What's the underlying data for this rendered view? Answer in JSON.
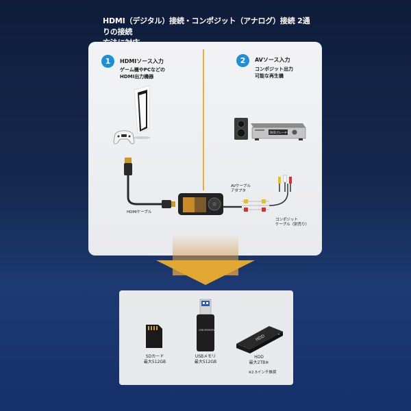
{
  "headline": {
    "line1": "HDMI（デジタル）接続・コンポジット（アナログ）接続 2通りの接続",
    "line2": "方法に対応"
  },
  "sources": [
    {
      "number": "1",
      "title": "HDMIソース入力",
      "desc_line1": "ゲーム機やPCなどの",
      "desc_line2": "HDMI出力機器"
    },
    {
      "number": "2",
      "title": "AVソース入力",
      "desc_line1": "コンポジット出力",
      "desc_line2": "可能な再生機"
    }
  ],
  "player_label": "DVDプレーヤー",
  "cable_labels": {
    "hdmi": "HDMIケーブル",
    "av_adapter_line1": "AVケーブル",
    "av_adapter_line2": "アダプタ",
    "composite_line1": "コンポジット",
    "composite_line2": "ケーブル（別売り）"
  },
  "storage": [
    {
      "name": "SDカード",
      "capacity": "最大512GB"
    },
    {
      "name": "USBメモリ",
      "capacity": "最大512GB"
    },
    {
      "name": "HDD",
      "capacity": "最大2TB※"
    }
  ],
  "footnote": "※2.5インチ推奨",
  "usb_stick_text": "USB MEMORY",
  "hdd_text": "HDD",
  "colors": {
    "background_top": "#0f1d3a",
    "background_bottom": "#1d3a72",
    "accent_orange": "#e3ae3b",
    "badge_blue": "#1e8fd6"
  }
}
